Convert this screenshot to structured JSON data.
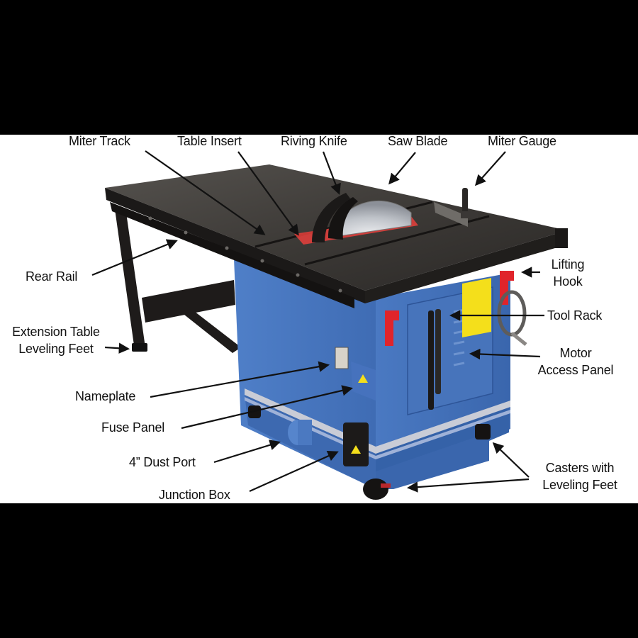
{
  "diagram": {
    "subject": "Table saw with labeled components",
    "colors": {
      "background": "#000000",
      "panel": "#ffffff",
      "cabinet_blue": "#4a78c0",
      "cabinet_blue_dark": "#2f5597",
      "table_top": "#3a3734",
      "rail_black": "#1b1918",
      "lifting_hook_red": "#e0242b",
      "warning_yellow": "#f4df1b",
      "blade_glow_red": "#e8403c",
      "stripe_gray": "#c9ccd6",
      "label_text": "#111111"
    },
    "labels": {
      "miter_track": "Miter Track",
      "table_insert": "Table Insert",
      "riving_knife": "Riving Knife",
      "saw_blade": "Saw Blade",
      "miter_gauge": "Miter Gauge",
      "rear_rail": "Rear Rail",
      "extension_table_line1": "Extension Table",
      "extension_table_line2": "Leveling Feet",
      "lifting_hook_line1": "Lifting",
      "lifting_hook_line2": "Hook",
      "tool_rack": "Tool Rack",
      "motor_access_line1": "Motor",
      "motor_access_line2": "Access Panel",
      "nameplate": "Nameplate",
      "fuse_panel": "Fuse Panel",
      "dust_port": "4” Dust Port",
      "junction_box": "Junction Box",
      "casters_line1": "Casters with",
      "casters_line2": "Leveling Feet"
    }
  }
}
